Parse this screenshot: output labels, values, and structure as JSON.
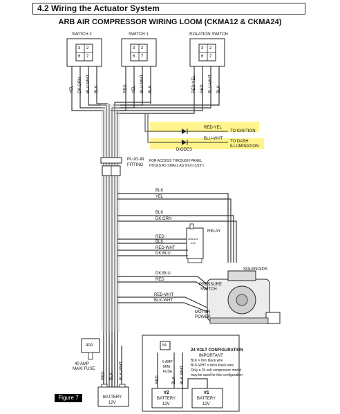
{
  "header": {
    "section": "4.2",
    "title": "Wiring the Actuator System"
  },
  "diagram_title": "ARB AIR COMPRESSOR WIRING LOOM (CKMA12 & CKMA24)",
  "switches": [
    {
      "name": "SWITCH 2",
      "wires": [
        "YEL",
        "DK.GRN",
        "BLU-WHT",
        "BLK"
      ]
    },
    {
      "name": "SWITCH 1",
      "wires": [
        "RED",
        "YEL",
        "BLU-WHT",
        "BLK"
      ]
    },
    {
      "name": "ISOLATION SWITCH",
      "wires": [
        "RED-YEL",
        "RED",
        "BLU-WHT",
        "BLK"
      ]
    }
  ],
  "switch_pins": [
    "3",
    "2",
    "6",
    "7"
  ],
  "ignition": {
    "wire": "RED-YEL",
    "label": "TO IGNITION"
  },
  "dash": {
    "wire": "BLU-WHT",
    "label": "TO DASH",
    "label2": "ILLUMINATION"
  },
  "diodes_label": "DIODES",
  "plug": {
    "label": "PLUG-IN",
    "label2": "FITTING",
    "note": "FOR ACCESS THROUGH PANEL",
    "note2": "HOLES AS SMALL AS 5mm (3/16\")"
  },
  "solenoid_wires_1": [
    "BLK",
    "YEL"
  ],
  "solenoid_wires_2": [
    "BLK",
    "DK.GRN"
  ],
  "relay": {
    "label": "RELAY",
    "face": "40A/14V",
    "face2": "24V"
  },
  "relay_wires": [
    "RED",
    "BLK",
    "RED-WHT",
    "DK.BLU"
  ],
  "solenoids_label": "SOLENOIDS",
  "pressure_wires": [
    "DK.BLU",
    "RED"
  ],
  "pressure_switch": {
    "label": "PRESSURE",
    "label2": "SWITCH"
  },
  "motor_wires": [
    "RED-WHT",
    "BLK-WHT"
  ],
  "motor_power": {
    "label": "MOTOR",
    "label2": "POWER"
  },
  "fuse_40": {
    "face": "40A",
    "label": "40 AMP",
    "label2": "MAXI FUSE"
  },
  "fuse_5": {
    "face": "5A",
    "label": "5 AMP",
    "label2": "MINI",
    "label3": "FUSE"
  },
  "battery_main": {
    "label": "BATTERY",
    "volt": "12V"
  },
  "bottom_wires_main": [
    "RED",
    "BLK",
    "BLK-WHT"
  ],
  "config_box": {
    "title": "24 VOLT CONFIGURATION",
    "important": "IMPORTANT",
    "lines": [
      "BLK = thin black wire",
      "BLK-WHT = thick black wire",
      "Only a 24 volt compressor model",
      "may be used for this configuration"
    ],
    "wires": [
      "RED",
      "BLK",
      "BLK-WHT"
    ],
    "battery2": {
      "tag": "#2",
      "label": "BATTERY",
      "volt": "12V"
    },
    "battery1": {
      "tag": "#1",
      "label": "BATTERY",
      "volt": "12V"
    }
  },
  "figure_tag": "Figure 7"
}
